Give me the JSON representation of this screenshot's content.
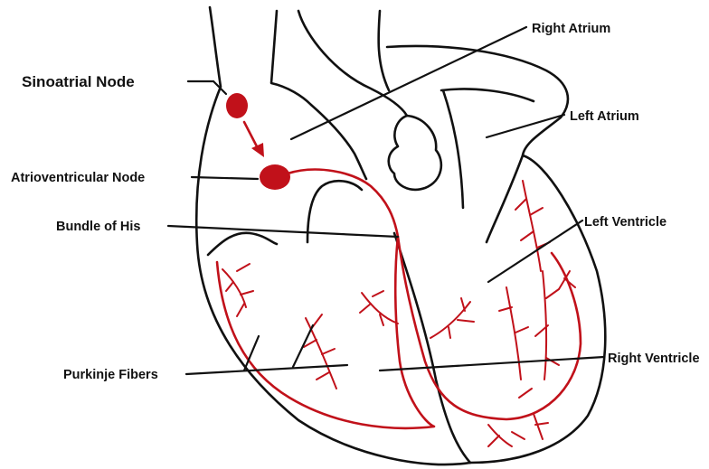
{
  "labels": {
    "right_atrium": "Right Atrium",
    "sinoatrial_node": "Sinoatrial Node",
    "left_atrium": "Left Atrium",
    "atrioventricular_node": "Atrioventricular Node",
    "left_ventricle": "Left Ventricle",
    "bundle_of_his": "Bundle of His",
    "right_ventricle": "Right Ventricle",
    "purkinje_fibers": "Purkinje Fibers"
  },
  "colors": {
    "outline": "#111111",
    "conduction": "#c1111a",
    "background": "#ffffff"
  }
}
